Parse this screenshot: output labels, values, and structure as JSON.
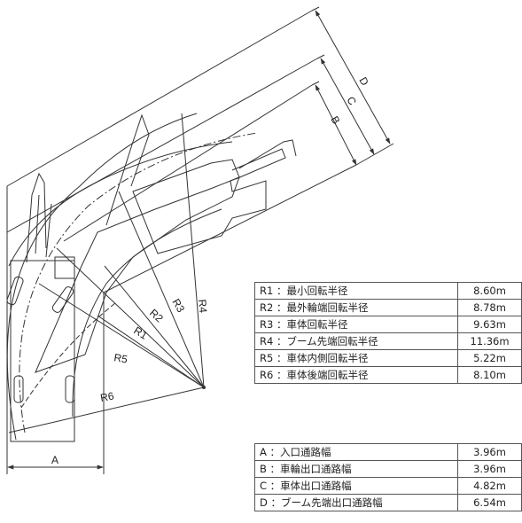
{
  "diagram": {
    "labels": {
      "R1": "R1",
      "R2": "R2",
      "R3": "R3",
      "R4": "R4",
      "R5": "R5",
      "R6": "R6",
      "A": "A",
      "B": "B",
      "C": "C",
      "D": "D"
    }
  },
  "radius_table": {
    "rows": [
      {
        "key": "R1 ：最小回転半径",
        "value": "8.60m"
      },
      {
        "key": "R2 ：最外輪端回転半径",
        "value": "8.78m"
      },
      {
        "key": "R3 ：車体回転半径",
        "value": "9.63m"
      },
      {
        "key": "R4 ：ブーム先端回転半径",
        "value": "11.36m"
      },
      {
        "key": "R5 ：車体内側回転半径",
        "value": "5.22m"
      },
      {
        "key": "R6 ：車体後端回転半径",
        "value": "8.10m"
      }
    ]
  },
  "width_table": {
    "rows": [
      {
        "key": "A ：入口通路幅",
        "value": "3.96m"
      },
      {
        "key": "B ：車輪出口通路幅",
        "value": "3.96m"
      },
      {
        "key": "C ：車体出口通路幅",
        "value": "4.82m"
      },
      {
        "key": "D ：ブーム先端出口通路幅",
        "value": "6.54m"
      }
    ]
  }
}
